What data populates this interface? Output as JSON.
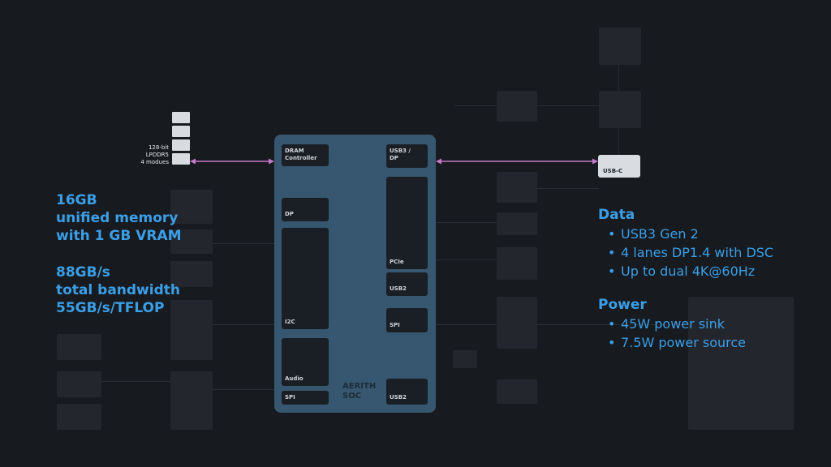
{
  "memory": {
    "label": "128-bit\nLPDDR5\n4 modues",
    "headline": [
      "16GB",
      "unified memory",
      "with 1 GB VRAM"
    ],
    "bandwidth": [
      "88GB/s",
      "total bandwidth",
      "55GB/s/TFLOP"
    ]
  },
  "soc": {
    "name": "AERITH\nSOC",
    "blocks": {
      "dram": "DRAM\nController",
      "dp": "DP",
      "i2c": "I2C",
      "audio": "Audio",
      "spi_left": "SPI",
      "usb3dp": "USB3 /\nDP",
      "pcie": "PCIe",
      "usb2_top": "USB2",
      "spi_right": "SPI",
      "usb2_bottom": "USB2"
    }
  },
  "usbc": {
    "label": "USB-C"
  },
  "data_section": {
    "heading": "Data",
    "items": [
      "USB3 Gen 2",
      "4 lanes DP1.4 with DSC",
      "Up to dual 4K@60Hz"
    ]
  },
  "power_section": {
    "heading": "Power",
    "items": [
      "45W power sink",
      "7.5W power source"
    ]
  },
  "bullet": "•",
  "colors": {
    "accent": "#3b9fe8",
    "soc": "#36576f",
    "arrow": "#c779c9"
  }
}
